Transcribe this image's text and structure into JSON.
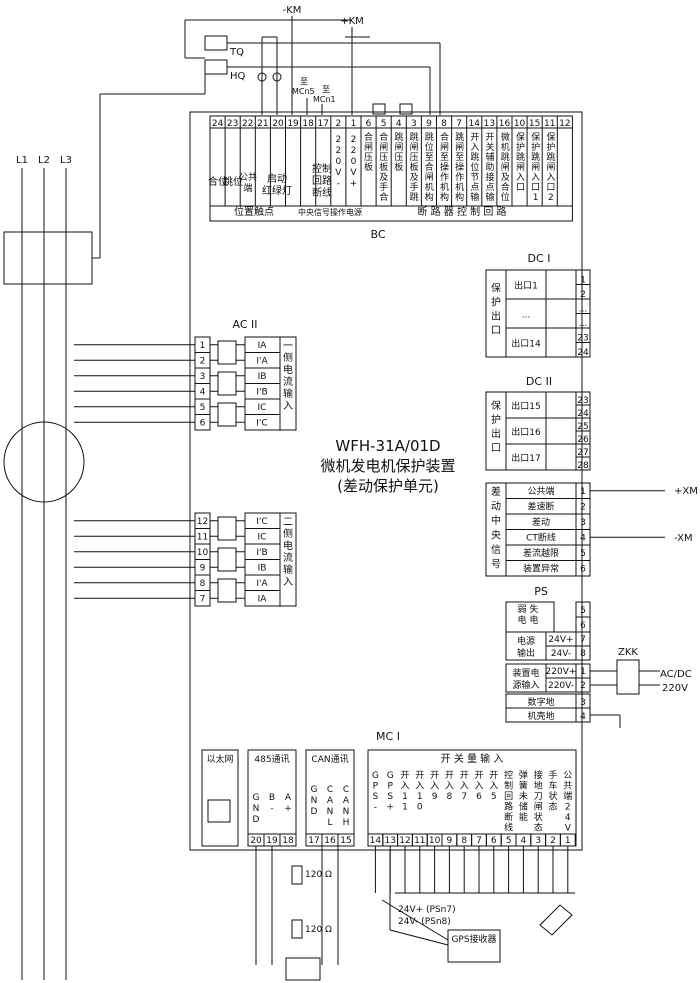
{
  "device": {
    "model": "WFH-31A/01D",
    "name": "微机发电机保护装置",
    "subtitle": "(差动保护单元)",
    "bc_label": "BC",
    "mc_label": "MC I"
  },
  "top": {
    "km_minus": "-KM",
    "km_plus": "+KM",
    "tq": "TQ",
    "hq": "HQ",
    "mcn5": "至\nMCn5",
    "mcn1": "至\nMCn1"
  },
  "lines": [
    "L1",
    "L2",
    "L3"
  ],
  "bc_terminals": {
    "numbers": [
      "24",
      "23",
      "22",
      "21",
      "20",
      "19",
      "18",
      "17",
      "2",
      "1",
      "6",
      "5",
      "4",
      "3",
      "9",
      "8",
      "7",
      "14",
      "13",
      "16",
      "10",
      "15",
      "11",
      "12"
    ],
    "pos_contact": "位置触点",
    "pos_items": [
      "合位",
      "跳位",
      "公共端"
    ],
    "lamp": "启动红绿灯",
    "ctrl": "控制回路断线",
    "center_signal": "中央信号",
    "power": "操作电源",
    "v220m": "220V-",
    "v220p": "220V+",
    "cols": [
      "合闸压板",
      "合闸压板及手合入口",
      "跳闸压板",
      "跳闸压板及手跳入口",
      "跳位至合闸机构箱",
      "合闸至操作机构箱",
      "跳闸至操作机构箱",
      "开入跳位节点输入",
      "开关辅助接点输入",
      "微机跳闸及合位入口",
      "保护跳闸入口",
      "保护跳闸入口1",
      "保护跳闸入口2"
    ],
    "breaker": "断 路 器 控 制 回 路"
  },
  "ac2": {
    "label": "AC II",
    "top_group": "一侧电流输入",
    "bottom_group": "二侧电流输入",
    "top_rows": [
      [
        "1",
        "IA"
      ],
      [
        "2",
        "I'A"
      ],
      [
        "3",
        "IB"
      ],
      [
        "4",
        "I'B"
      ],
      [
        "5",
        "IC"
      ],
      [
        "6",
        "I'C"
      ]
    ],
    "bottom_rows": [
      [
        "12",
        "I'C"
      ],
      [
        "11",
        "IC"
      ],
      [
        "10",
        "I'B"
      ],
      [
        "9",
        "IB"
      ],
      [
        "8",
        "I'A"
      ],
      [
        "7",
        "IA"
      ]
    ]
  },
  "dc1": {
    "label": "DC I",
    "group": "保护出口",
    "rows": [
      [
        "出口1",
        "1",
        "2"
      ],
      [
        "...",
        "...",
        "..."
      ],
      [
        "出口14",
        "23",
        "24"
      ]
    ]
  },
  "dc2": {
    "label": "DC II",
    "group": "保护出口",
    "rows": [
      [
        "出口15",
        "23",
        "24"
      ],
      [
        "出口16",
        "25",
        "26"
      ],
      [
        "出口17",
        "27",
        "28"
      ]
    ]
  },
  "signals": {
    "group": "差动中央信号",
    "rows": [
      [
        "公共端",
        "1"
      ],
      [
        "差速断",
        "2"
      ],
      [
        "差动",
        "3"
      ],
      [
        "CT断线",
        "4"
      ],
      [
        "差流越限",
        "5"
      ],
      [
        "装置异常",
        "6"
      ]
    ],
    "xm_plus": "+XM",
    "xm_minus": "-XM"
  },
  "ps": {
    "label": "PS",
    "weak": "弱电失电",
    "weak_terms": [
      "5",
      "6"
    ],
    "out": "电源输出",
    "out_rows": [
      [
        "24V+",
        "7"
      ],
      [
        "24V-",
        "8"
      ]
    ],
    "in": "装置电源输入",
    "in_rows": [
      [
        "220V+",
        "1"
      ],
      [
        "220V-",
        "2"
      ]
    ],
    "digital_gnd": "数字地",
    "dg_term": "3",
    "case_gnd": "机壳地",
    "cg_term": "4",
    "zkk": "ZKK",
    "acdc": "AC/DC",
    "v220": "220V"
  },
  "mc": {
    "ethernet": "以太网",
    "rs485": "485通讯",
    "can": "CAN通讯",
    "switch_input": "开 关 量 输 入",
    "rs485_cols": [
      [
        "GND",
        "20"
      ],
      [
        "B-",
        "19"
      ],
      [
        "A+",
        "18"
      ]
    ],
    "can_cols": [
      [
        "GND",
        "17"
      ],
      [
        "CANL",
        "16"
      ],
      [
        "CANH",
        "15"
      ]
    ],
    "in_cols": [
      [
        "GPS-",
        "14"
      ],
      [
        "GPS+",
        "13"
      ],
      [
        "开入11",
        "12"
      ],
      [
        "开入10",
        "11"
      ],
      [
        "开入9",
        "10"
      ],
      [
        "开入8",
        "9"
      ],
      [
        "开入7",
        "8"
      ],
      [
        "开入6",
        "7"
      ],
      [
        "开入5",
        "6"
      ],
      [
        "控制回路断线",
        "5"
      ],
      [
        "弹簧未储能",
        "4"
      ],
      [
        "接地刀闸状态",
        "3"
      ],
      [
        "手车状态",
        "2"
      ],
      [
        "公共端24V-",
        "1"
      ]
    ],
    "r120": "120 Ω",
    "v24p": "24V+ (PSn7)",
    "v24m": "24V- (PSn8)",
    "gps": "GPS接收器"
  }
}
